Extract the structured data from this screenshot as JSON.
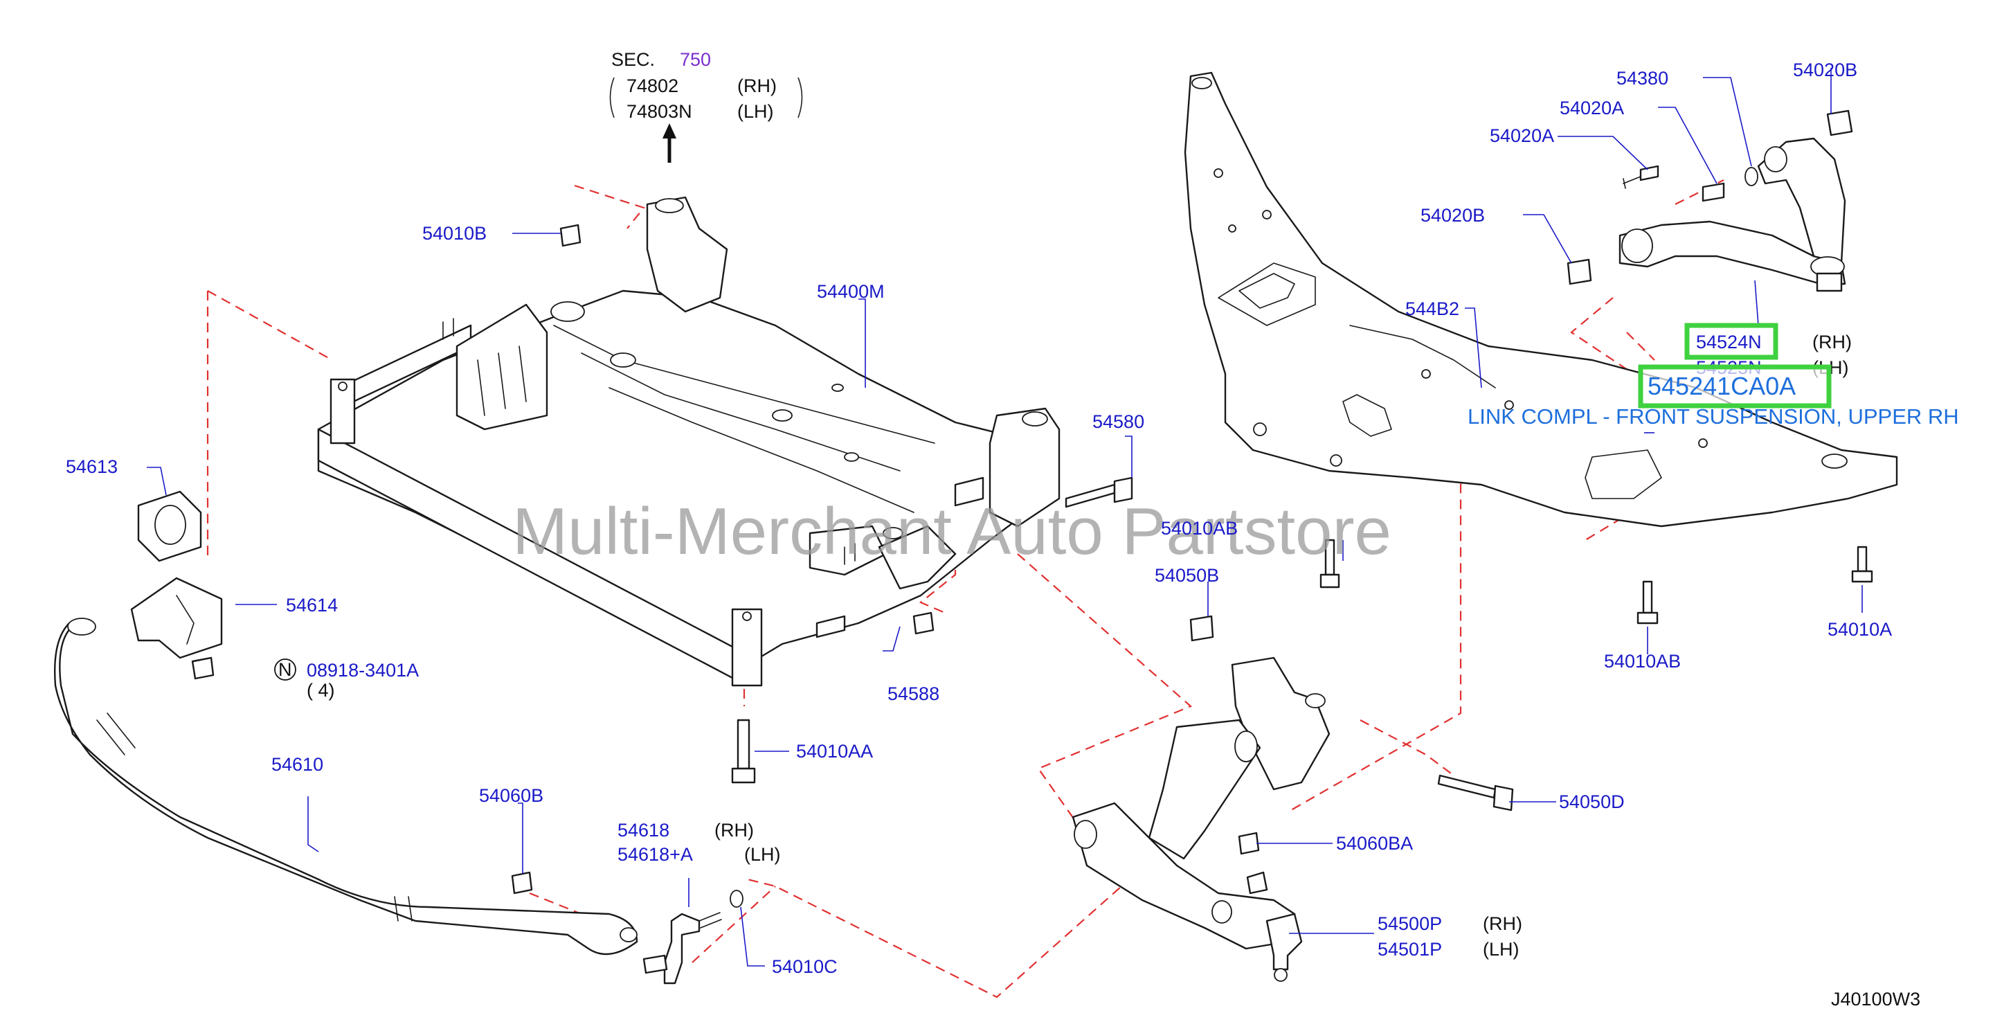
{
  "diagram": {
    "watermark": "Multi-Merchant Auto Partstore",
    "figure_code": "J40100W3",
    "section_ref": {
      "prefix": "SEC.",
      "number": "750",
      "rows": [
        {
          "part": "74802",
          "side": "(RH)"
        },
        {
          "part": "74803N",
          "side": "(LH)"
        }
      ]
    },
    "callouts": {
      "p54010B": "54010B",
      "p54400M": "54400M",
      "p54580": "54580",
      "p54613": "54613",
      "p54614": "54614",
      "p08918": "08918-3401A",
      "p08918_qty": "( 4)",
      "n_marker": "N",
      "p54588": "54588",
      "p54010AA": "54010AA",
      "p54610": "54610",
      "p54060B": "54060B",
      "p54618": "54618",
      "p54618_side": "(RH)",
      "p54618A": "54618+A",
      "p54618A_side": "(LH)",
      "p54010C": "54010C",
      "p54380": "54380",
      "p54020B_top": "54020B",
      "p54020A_1": "54020A",
      "p54020A_2": "54020A",
      "p54020B_mid": "54020B",
      "p544B2": "544B2",
      "p54524N": "54524N",
      "p54524N_side": "(RH)",
      "p54525N": "54525N",
      "p54525N_side": "(LH)",
      "p545241CA0A": "545241CA0A",
      "link_desc": "LINK COMPL - FRONT SUSPENSION, UPPER RH",
      "p54010AB_left": "54010AB",
      "p54050B": "54050B",
      "p54010AB_right": "54010AB",
      "p54010A": "54010A",
      "p54050D": "54050D",
      "p54060BA": "54060BA",
      "p54500P": "54500P",
      "p54500P_side": "(RH)",
      "p54501P": "54501P",
      "p54501P_side": "(LH)"
    },
    "colors": {
      "callout_blue": "#1a1ac8",
      "section_purple": "#7a2fd0",
      "highlight_green": "#3fd13f",
      "dash_red": "#e23030",
      "desc_blue": "#1e6fdc",
      "watermark_gray": "#9a9a9a"
    }
  }
}
